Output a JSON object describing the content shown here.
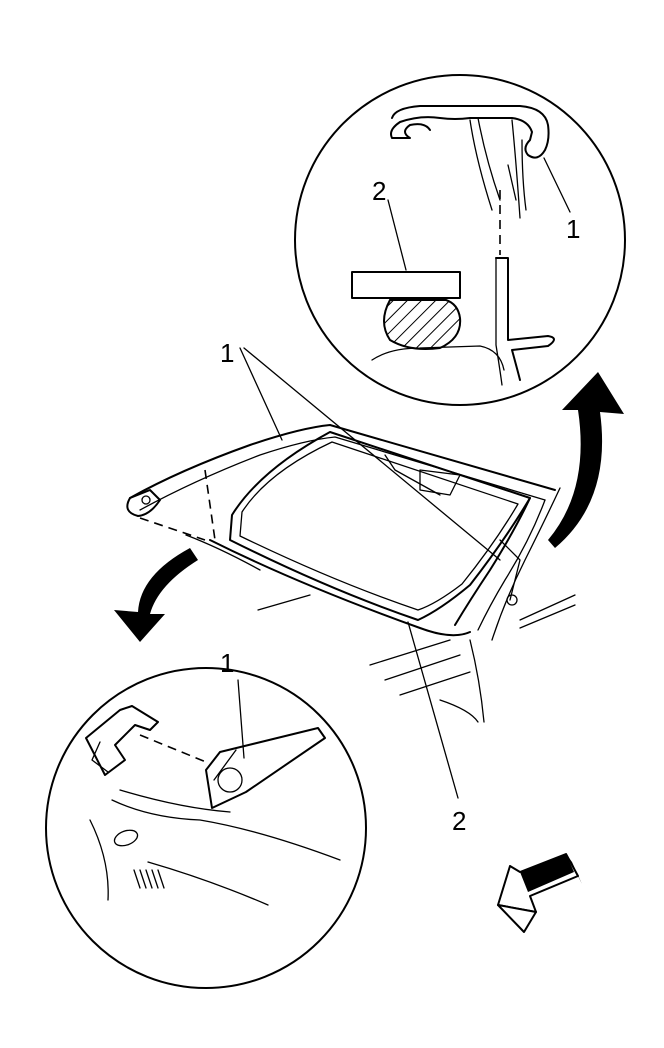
{
  "callouts": {
    "top_detail_1": "1",
    "top_detail_2": "2",
    "main_1": "1",
    "main_2": "2",
    "bottom_detail_1": "1"
  }
}
